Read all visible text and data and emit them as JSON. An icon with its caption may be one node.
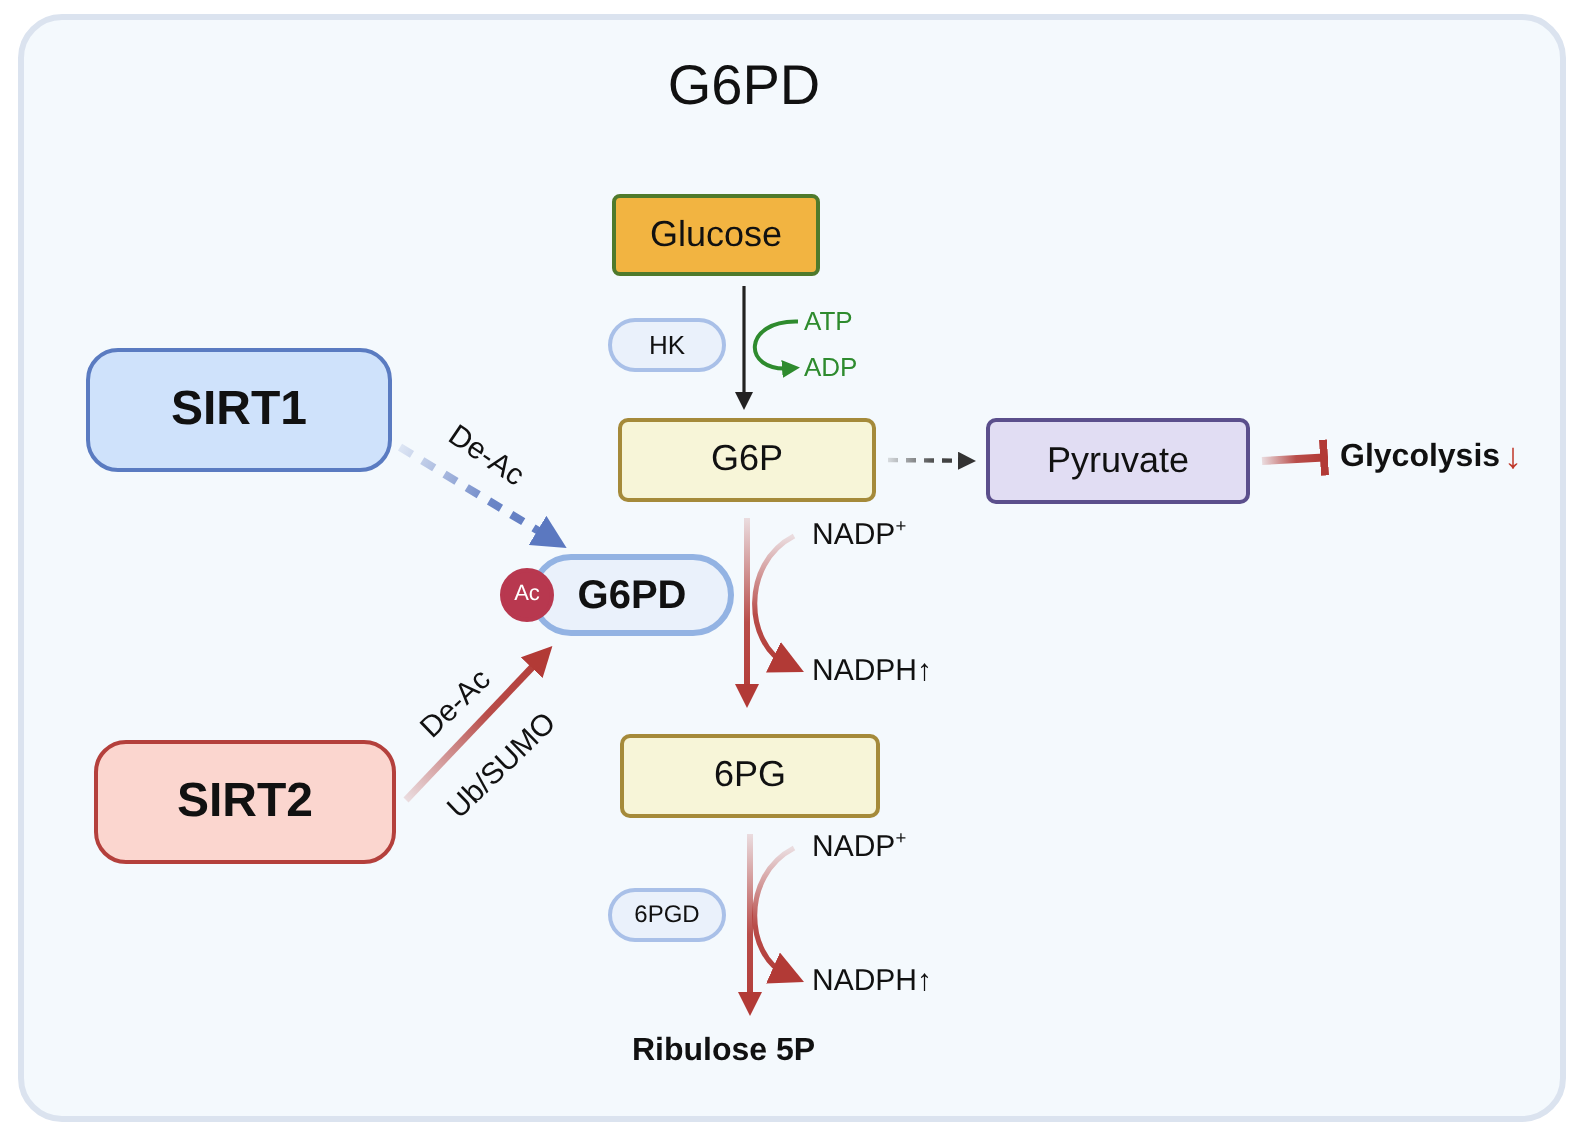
{
  "diagram": {
    "title": "G6PD",
    "nodes": [
      {
        "text": [
          "Glucose"
        ]
      },
      {
        "text": [
          "HK"
        ]
      },
      {
        "text": [
          "ATP"
        ]
      },
      {
        "text": [
          "ADP"
        ]
      },
      {
        "text": [
          "SIRT1"
        ]
      },
      {
        "text": [
          "G6P"
        ]
      },
      {
        "text": [
          "Pyruvate"
        ]
      },
      {
        "text": [
          "Glycolysis",
          "↓"
        ]
      },
      {
        "text": [
          "Ac"
        ]
      },
      {
        "text": [
          "G6PD"
        ]
      },
      {
        "text": [
          "SIRT2"
        ]
      },
      {
        "text": [
          "NADP$^{+}$"
        ]
      },
      {
        "text": [
          "NADPH↑"
        ]
      },
      {
        "text": [
          "6PG"
        ]
      },
      {
        "text": [
          "6PGD"
        ]
      },
      {
        "text": [
          "NADP$^{+}$"
        ]
      },
      {
        "text": [
          "NADPH↑"
        ]
      },
      {
        "text": [
          "Ribulose 5P"
        ]
      }
    ],
    "edges": [
      {
        "from": 0,
        "to": 5,
        "arrow": "to",
        "color": "#222222"
      },
      {
        "from": 2,
        "to": 3,
        "arrow": "to",
        "color": "#2e8b2e"
      },
      {
        "from": 5,
        "to": 6,
        "arrow": "to",
        "style": "dashed",
        "color": "#333333"
      },
      {
        "from": 6,
        "to": 7,
        "arrow": "other"
      },
      {
        "from": 4,
        "to": 9,
        "arrow": "to",
        "style": "dashed",
        "label": "De-Ac",
        "color": "#5b78c0"
      },
      {
        "from": 10,
        "to": 9,
        "arrow": "to",
        "label": "De-Ac"
      },
      {
        "from": 5,
        "to": 13,
        "arrow": "to"
      },
      {
        "from": 11,
        "to": 12,
        "arrow": "to"
      },
      {
        "from": 13,
        "to": 17,
        "arrow": "to"
      },
      {
        "from": 15,
        "to": 16,
        "arrow": "to"
      }
    ],
    "labels": [
      "Ub/SUMO"
    ]
  }
}
